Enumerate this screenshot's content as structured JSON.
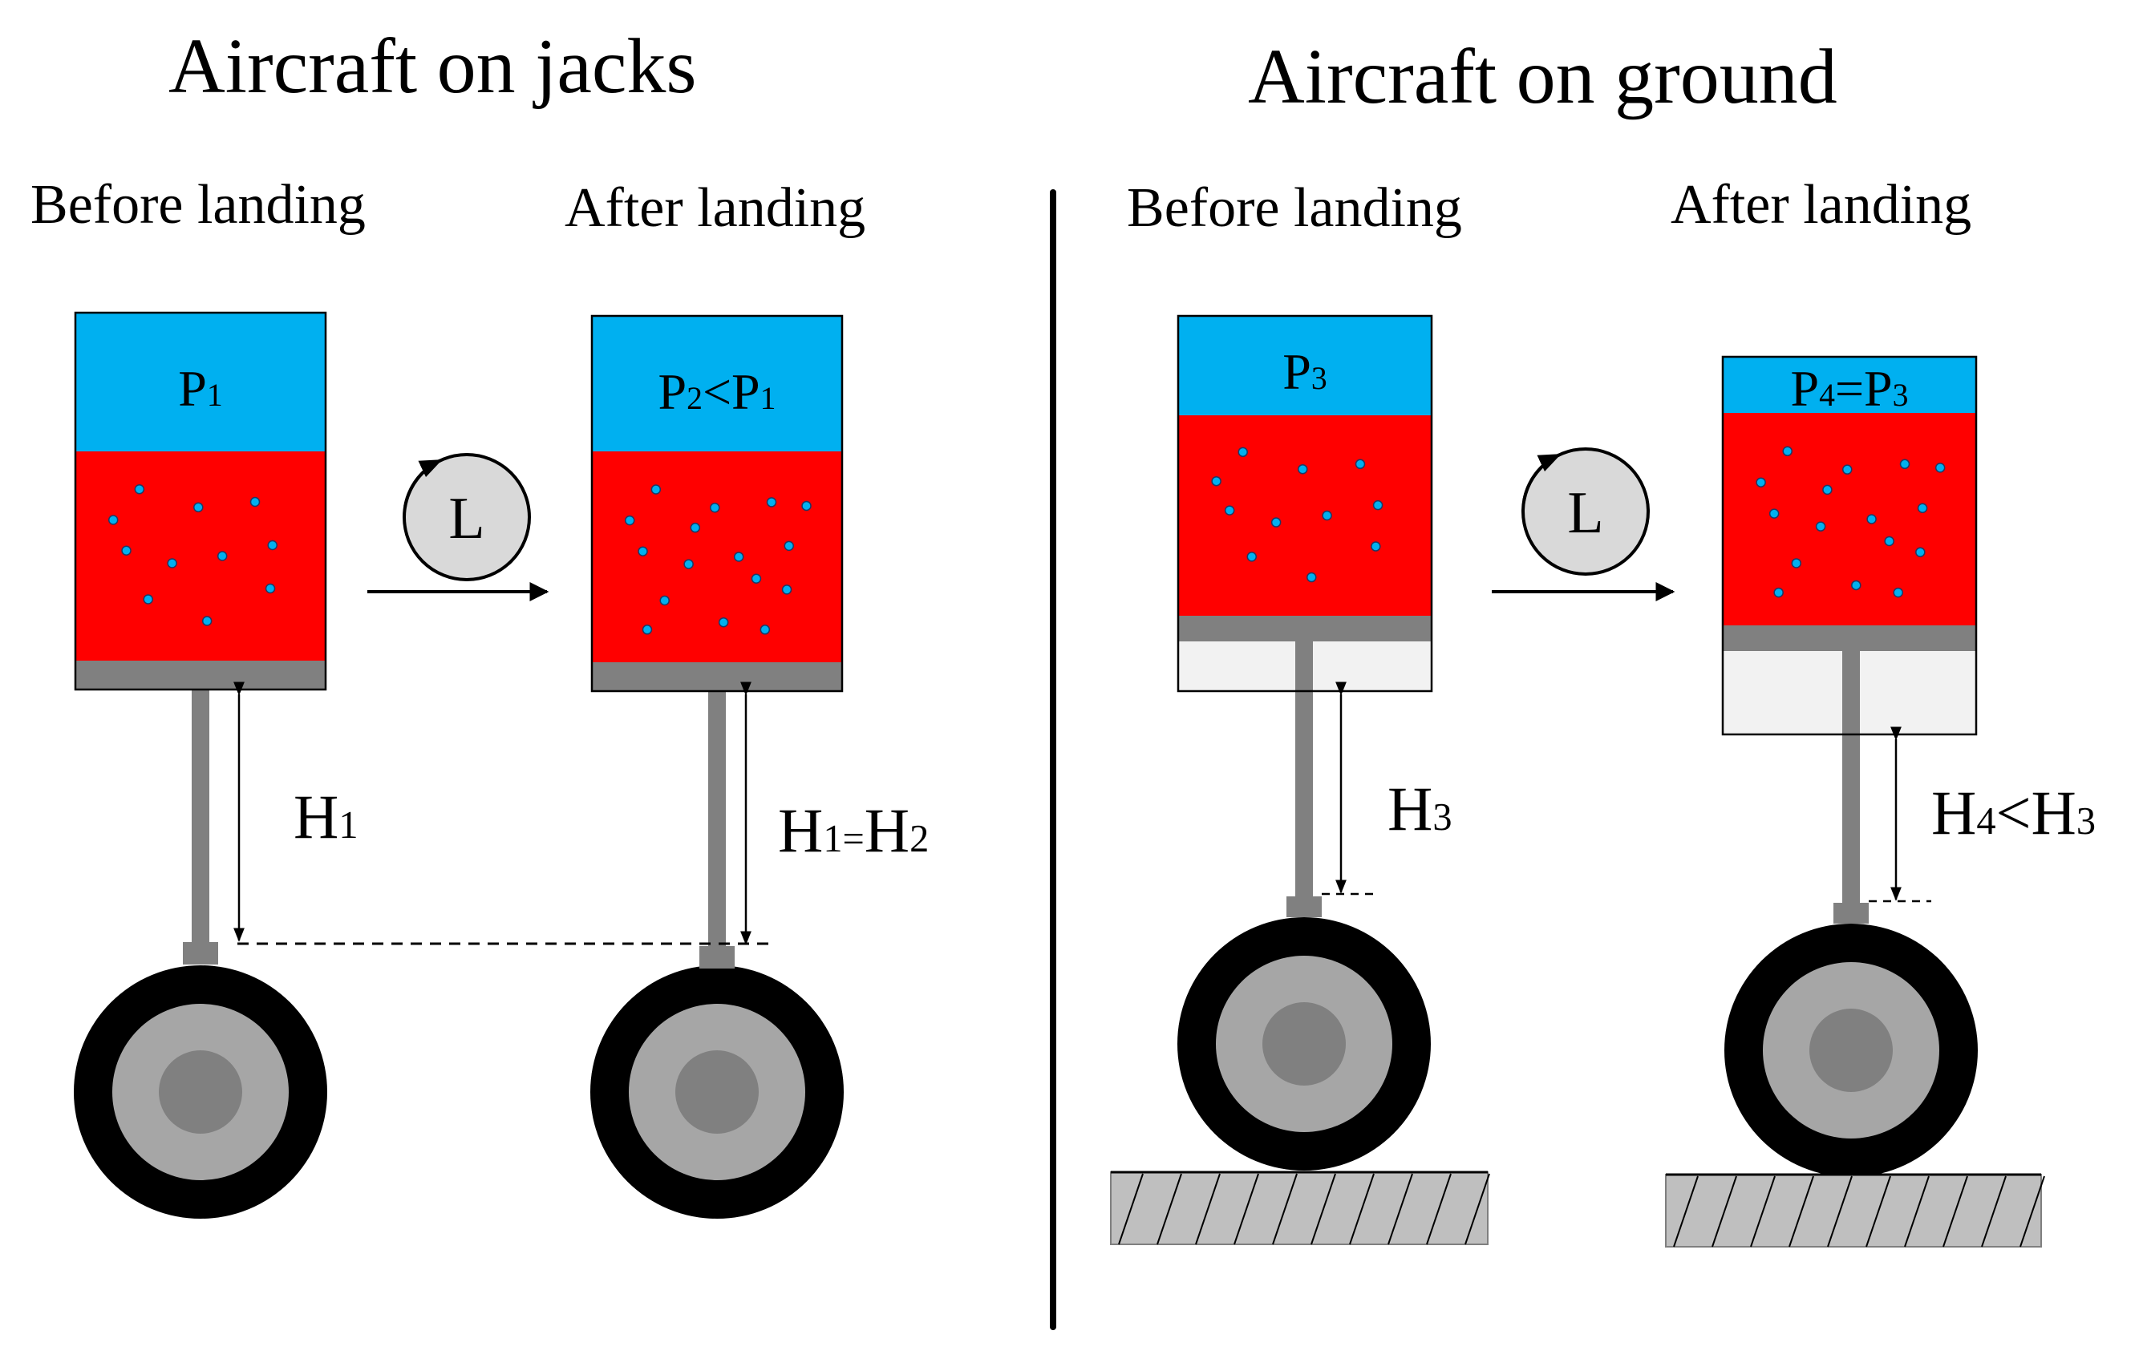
{
  "titles": {
    "jacks": "Aircraft on jacks",
    "ground": "Aircraft on ground"
  },
  "panels": [
    {
      "id": "jacks-before",
      "subtitle": "Before landing",
      "pressure": [
        [
          "P",
          ""
        ],
        [
          "1",
          "s"
        ]
      ],
      "height": [
        [
          "H",
          ""
        ],
        [
          "1",
          "s"
        ]
      ]
    },
    {
      "id": "jacks-after",
      "subtitle": "After landing",
      "pressure": [
        [
          "P",
          ""
        ],
        [
          "2",
          "s"
        ],
        [
          "<P",
          ""
        ],
        [
          "1",
          "s"
        ]
      ],
      "height": [
        [
          "H",
          ""
        ],
        [
          "1=",
          "s"
        ],
        [
          "H",
          ""
        ],
        [
          "2",
          "s"
        ]
      ]
    },
    {
      "id": "ground-before",
      "subtitle": "Before landing",
      "pressure": [
        [
          "P",
          ""
        ],
        [
          "3",
          "s"
        ]
      ],
      "height": [
        [
          "H",
          ""
        ],
        [
          "3",
          "s"
        ]
      ]
    },
    {
      "id": "ground-after",
      "subtitle": "After landing",
      "pressure": [
        [
          "P",
          ""
        ],
        [
          "4",
          "s"
        ],
        [
          "=P",
          ""
        ],
        [
          "3",
          "s"
        ]
      ],
      "height": [
        [
          "H",
          ""
        ],
        [
          "4",
          "s"
        ],
        [
          "<H",
          ""
        ],
        [
          "3",
          "s"
        ]
      ]
    }
  ],
  "process_symbol": "L",
  "colors": {
    "gas": "#00b0f0",
    "oil": "#ff0000",
    "bubble": "#00b0f0",
    "piston": "#808080",
    "chamber": "#f2f2f2",
    "tire": "#000000",
    "rim": "#a6a6a6",
    "hub": "#808080",
    "ground": "#bfbfbf",
    "loop": "#d9d9d9"
  }
}
